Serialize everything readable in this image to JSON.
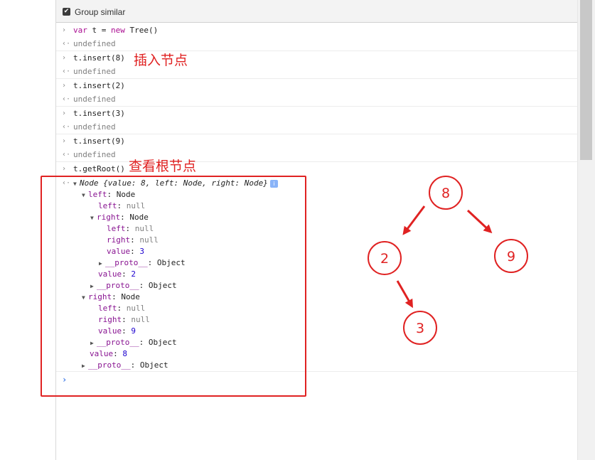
{
  "toolbar": {
    "checkbox_mark": "✔",
    "group_similar_label": "Group similar"
  },
  "console": {
    "prompt_in": "›",
    "prompt_out": "‹·",
    "cmd1": {
      "kw": "var",
      "rest": " t = ",
      "kw2": "new",
      "rest2": " Tree()"
    },
    "undefined": "undefined",
    "cmd2": "t.insert(8)",
    "cmd3": "t.insert(2)",
    "cmd4": "t.insert(3)",
    "cmd5": "t.insert(9)",
    "cmd6": "t.getRoot()",
    "next_prompt": "›"
  },
  "annotations": {
    "insert_node": "插入节点",
    "view_root": "查看根节点"
  },
  "tree": {
    "root_summary": "Node {value: 8, left: Node, right: Node}",
    "info_icon": "i",
    "left_key": "left",
    "right_key": "right",
    "value_key": "value",
    "proto_key": "__proto__",
    "node_type": "Node",
    "null": "null",
    "object": "Object",
    "v3": "3",
    "v2": "2",
    "v9": "9",
    "v8": "8"
  },
  "diagram": {
    "nodes": [
      "8",
      "2",
      "9",
      "3"
    ],
    "color": "#e02222"
  }
}
